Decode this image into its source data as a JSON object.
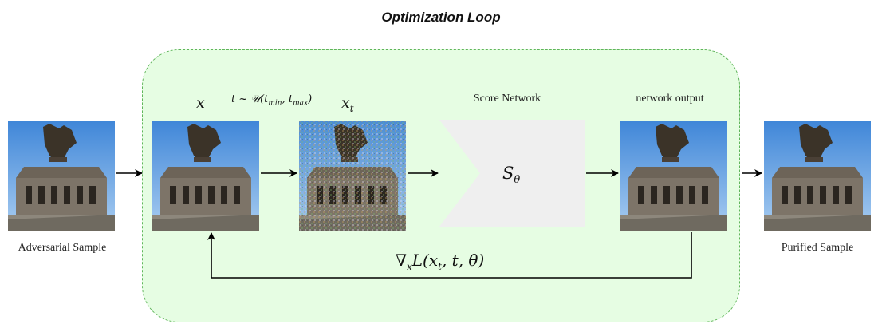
{
  "diagram": {
    "title": "Optimization Loop",
    "input_caption": "Adversarial Sample",
    "output_caption": "Purified Sample",
    "score_network_caption": "Score Network",
    "network_output_caption": "network output",
    "x_label": "x",
    "sampling_label": "t ~ 𝒰(t",
    "sampling_sub1": "min",
    "sampling_mid": ", t",
    "sampling_sub2": "max",
    "sampling_end": ")",
    "xt_label": "x",
    "xt_sub": "t",
    "network_symbol": "S",
    "network_sub": "θ",
    "gradient_label_pre": "∇",
    "gradient_sub": "x",
    "gradient_label_post": "L(x",
    "gradient_sub2": "t",
    "gradient_label_end": ", t, θ)"
  },
  "colors": {
    "loop_fill": "#e6fde3",
    "loop_border": "#5fb55a",
    "network_fill": "#efefef",
    "arrow": "#000000"
  }
}
